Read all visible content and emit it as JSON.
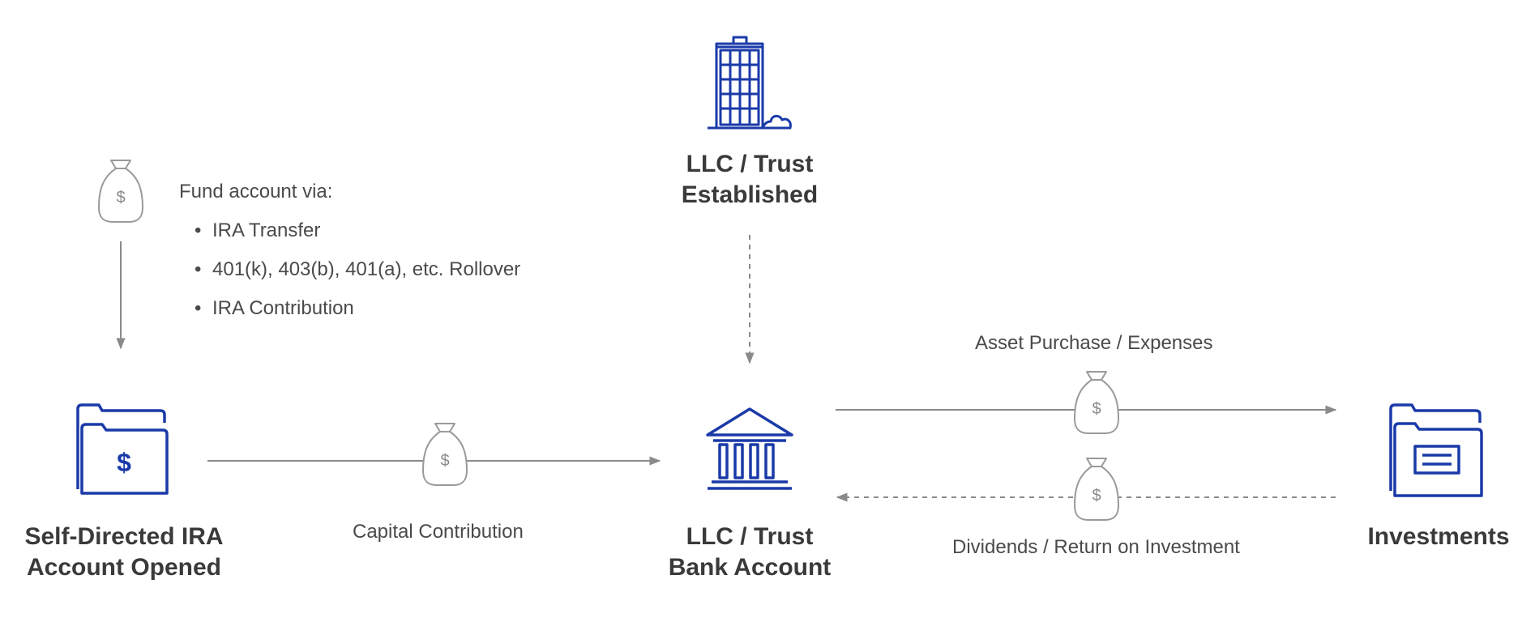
{
  "nodes": {
    "llc_established": {
      "line1": "LLC / Trust",
      "line2": "Established",
      "icon": "office-building-icon"
    },
    "ira_account": {
      "line1": "Self-Directed IRA",
      "line2": "Account Opened",
      "icon": "dollar-folder-icon"
    },
    "llc_bank": {
      "line1": "LLC / Trust",
      "line2": "Bank Account",
      "icon": "bank-icon"
    },
    "investments": {
      "line1": "Investments",
      "icon": "investment-folder-icon"
    }
  },
  "funding": {
    "heading": "Fund account via:",
    "items": [
      {
        "label": "IRA Transfer"
      },
      {
        "label": "401(k), 403(b), 401(a), etc. Rollover"
      },
      {
        "label": "IRA Contribution"
      }
    ],
    "icon": "money-bag-icon",
    "bullet": "•"
  },
  "flows": {
    "capital_contribution": "Capital Contribution",
    "asset_purchase": "Asset Purchase / Expenses",
    "dividends": "Dividends / Return on Investment"
  },
  "colors": {
    "icon_blue": "#1a3aa8",
    "gray_line": "#8a8a8a",
    "bag_gray": "#9a9a9a",
    "title_text": "#3a3a3a",
    "label_text": "#4a4a4a"
  }
}
